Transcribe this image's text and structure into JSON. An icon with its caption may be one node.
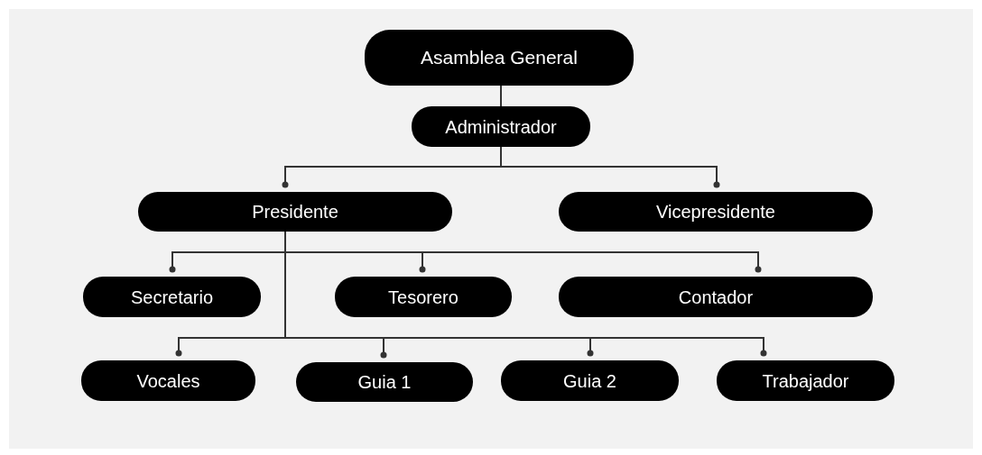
{
  "diagram": {
    "nodes": [
      {
        "text": [
          "Asamblea General"
        ]
      },
      {
        "text": [
          "Administrador"
        ]
      },
      {
        "text": [
          "Presidente"
        ]
      },
      {
        "text": [
          "Vicepresidente"
        ]
      },
      {
        "text": [
          "Secretario"
        ]
      },
      {
        "text": [
          "Tesorero"
        ]
      },
      {
        "text": [
          "Contador"
        ]
      },
      {
        "text": [
          "Vocales"
        ]
      },
      {
        "text": [
          "Guia 1"
        ]
      },
      {
        "text": [
          "Guia 2"
        ]
      },
      {
        "text": [
          "Trabajador"
        ]
      }
    ],
    "edges": [
      {
        "from": 0,
        "to": 1,
        "arrow": "none"
      },
      {
        "from": 1,
        "to": 2,
        "arrow": "other"
      },
      {
        "from": 1,
        "to": 3,
        "arrow": "other"
      },
      {
        "from": 2,
        "to": 4,
        "arrow": "other"
      },
      {
        "from": 2,
        "to": 5,
        "arrow": "other"
      },
      {
        "from": 2,
        "to": 6,
        "arrow": "other"
      },
      {
        "from": 2,
        "to": 7,
        "arrow": "other"
      },
      {
        "from": 2,
        "to": 8,
        "arrow": "other"
      },
      {
        "from": 2,
        "to": 9,
        "arrow": "other"
      },
      {
        "from": 2,
        "to": 10,
        "arrow": "other"
      }
    ]
  }
}
